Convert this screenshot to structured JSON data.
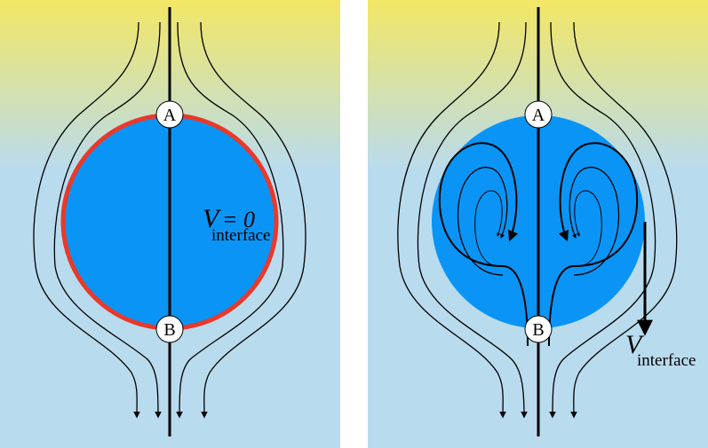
{
  "colors": {
    "sky_top": "#f3e765",
    "sky_bottom": "#b9dbee",
    "drop": "#0a94f5",
    "interface_ring": "#e8392b",
    "line": "#000000",
    "node_fill": "#ffffff"
  },
  "left_panel": {
    "point_top": "A",
    "point_bottom": "B",
    "velocity_symbol": "V",
    "velocity_equals": "= 0",
    "velocity_subscript": "interface"
  },
  "right_panel": {
    "point_top": "A",
    "point_bottom": "B",
    "velocity_symbol": "V",
    "velocity_subscript": "interface"
  }
}
